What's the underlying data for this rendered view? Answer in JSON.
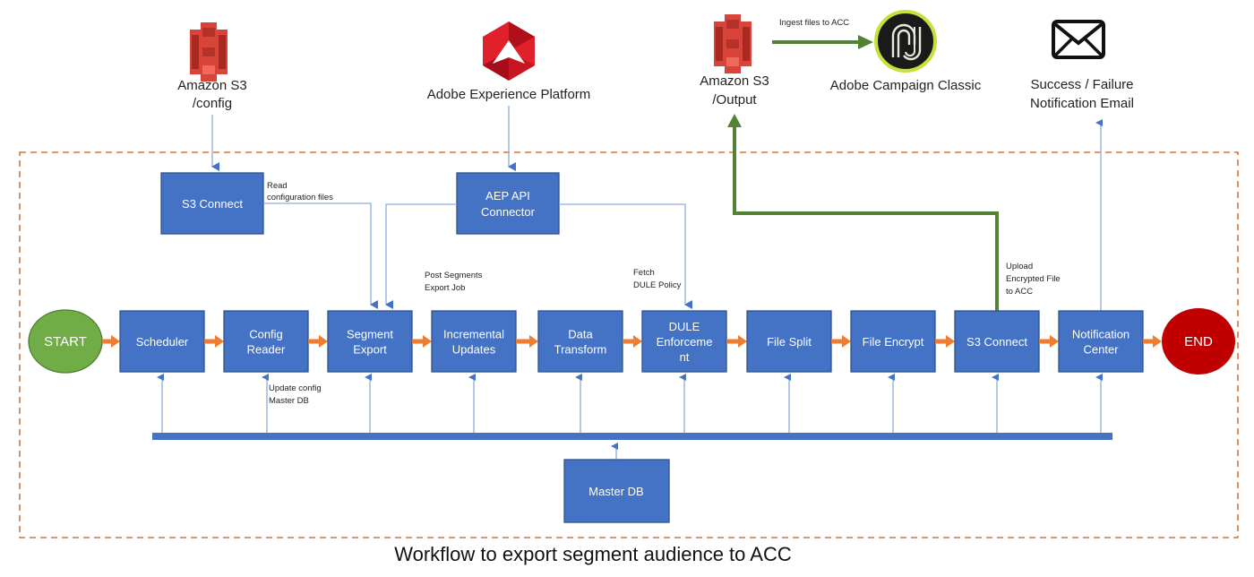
{
  "caption": "Workflow to export segment audience to ACC",
  "colors": {
    "process_box": "#4472c4",
    "process_box_border": "#2f528f",
    "flow_arrow": "#ed7d31",
    "data_line": "#8faadc",
    "bus": "#4472c4",
    "output_arrow": "#548235",
    "start": "#70ad47",
    "end": "#c00000",
    "boundary": "#c55a11"
  },
  "external": {
    "s3_config": {
      "icon": "amazon-s3-icon",
      "label_lines": [
        "Amazon S3",
        "/config"
      ]
    },
    "aep": {
      "icon": "adobe-experience-platform-icon",
      "label_lines": [
        "Adobe Experience Platform"
      ]
    },
    "s3_output": {
      "icon": "amazon-s3-icon",
      "label_lines": [
        "Amazon S3",
        "/Output"
      ]
    },
    "acc": {
      "icon": "adobe-campaign-classic-icon",
      "label_lines": [
        "Adobe Campaign Classic"
      ]
    },
    "email": {
      "icon": "envelope-icon",
      "label_lines": [
        "Success / Failure",
        "Notification Email"
      ]
    }
  },
  "edge_labels": {
    "ingest": "Ingest files to ACC",
    "read_config": [
      "Read",
      "configuration files"
    ],
    "post_segments": [
      "Post Segments",
      "Export Job"
    ],
    "fetch_dule": [
      "Fetch",
      "DULE Policy"
    ],
    "upload": [
      "Upload",
      "Encrypted File",
      "to ACC"
    ],
    "update_config": [
      "Update config",
      "Master DB"
    ]
  },
  "helpers": {
    "s3_connect_top": [
      "S3 Connect"
    ],
    "aep_connector": [
      "AEP API",
      "Connector"
    ],
    "master_db": [
      "Master DB"
    ]
  },
  "terminals": {
    "start": "START",
    "end": "END"
  },
  "pipeline": [
    {
      "id": "scheduler",
      "lines": [
        "Scheduler"
      ]
    },
    {
      "id": "config-reader",
      "lines": [
        "Config",
        "Reader"
      ]
    },
    {
      "id": "segment-export",
      "lines": [
        "Segment",
        "Export"
      ]
    },
    {
      "id": "incremental-updates",
      "lines": [
        "Incremental",
        "Updates"
      ]
    },
    {
      "id": "data-transform",
      "lines": [
        "Data",
        "Transform"
      ]
    },
    {
      "id": "dule-enforcement",
      "lines": [
        "DULE",
        "Enforceme",
        "nt"
      ]
    },
    {
      "id": "file-split",
      "lines": [
        "File Split"
      ]
    },
    {
      "id": "file-encrypt",
      "lines": [
        "File Encrypt"
      ]
    },
    {
      "id": "s3-connect",
      "lines": [
        "S3 Connect"
      ]
    },
    {
      "id": "notification-center",
      "lines": [
        "Notification",
        "Center"
      ]
    }
  ]
}
